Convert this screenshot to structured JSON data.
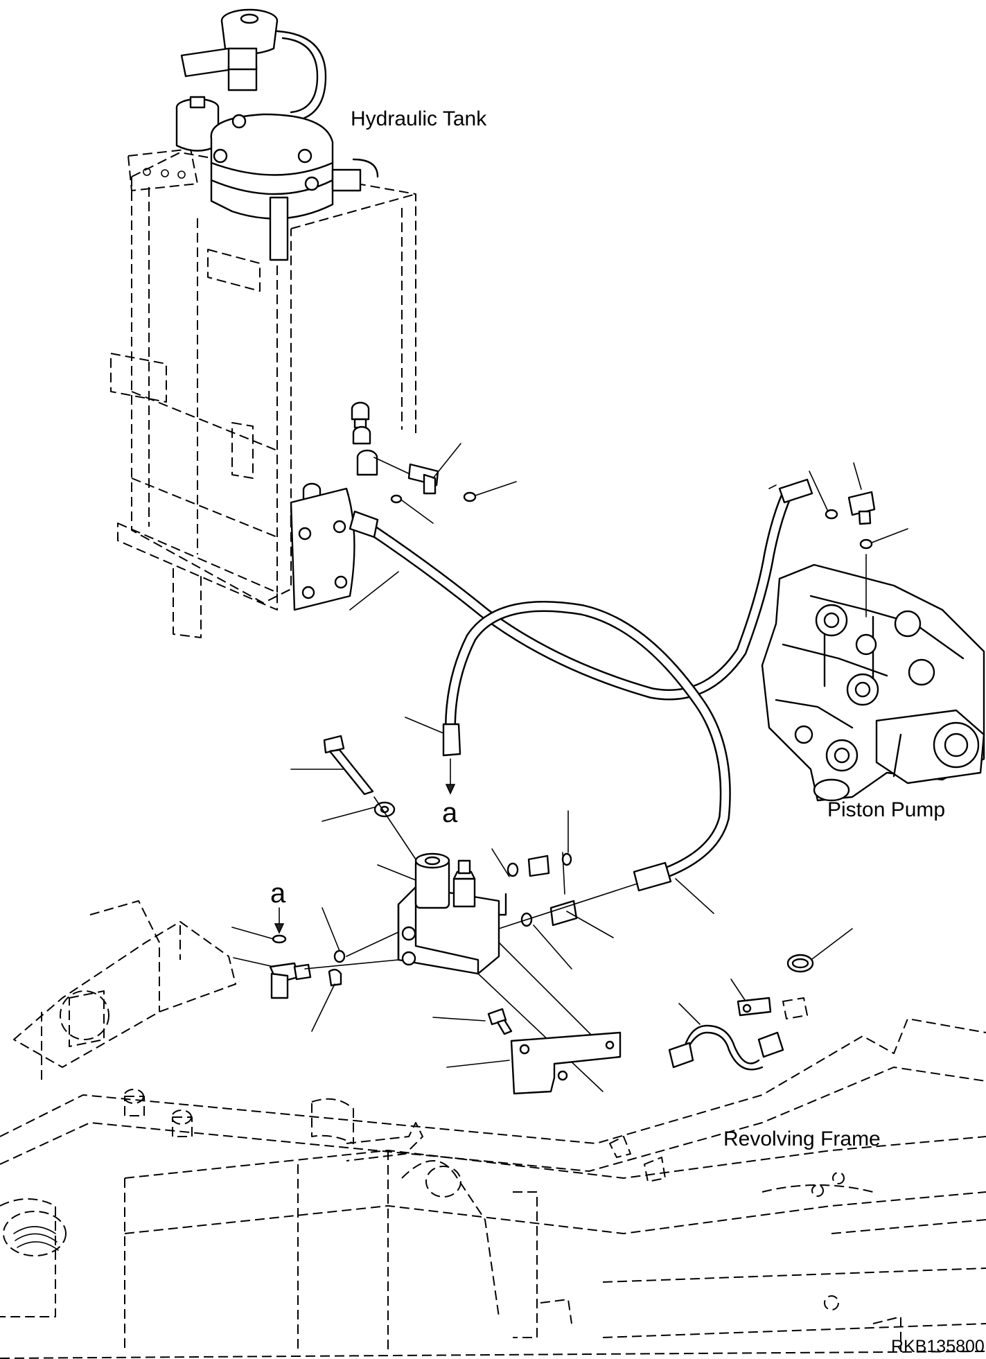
{
  "labels": {
    "hydraulic_tank": "Hydraulic Tank",
    "piston_pump": "Piston Pump",
    "revolving_frame": "Revolving Frame",
    "connection_upper": "a",
    "connection_lower": "a",
    "drawing_code": "RKB135800"
  }
}
